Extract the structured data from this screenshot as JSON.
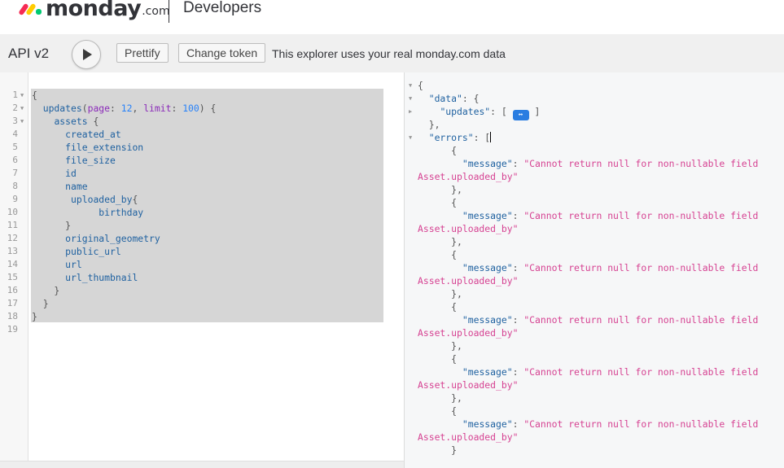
{
  "header": {
    "brand": "monday",
    "brand_suffix": ".com",
    "section_title": "Developers"
  },
  "toolbar": {
    "api_title": "API v2",
    "prettify_label": "Prettify",
    "change_token_label": "Change token",
    "note": "This explorer uses your real monday.com data"
  },
  "editor": {
    "line_numbers": [
      "1",
      "2",
      "3",
      "4",
      "5",
      "6",
      "7",
      "8",
      "9",
      "10",
      "11",
      "12",
      "13",
      "14",
      "15",
      "16",
      "17",
      "18",
      "19"
    ],
    "query": {
      "open_brace": "{",
      "root_field": "updates",
      "arg1_name": "page",
      "arg1_value": "12",
      "arg2_name": "limit",
      "arg2_value": "100",
      "assets": "assets",
      "created_at": "created_at",
      "file_extension": "file_extension",
      "file_size": "file_size",
      "id": "id",
      "name": "name",
      "uploaded_by": "uploaded_by",
      "birthday": "birthday",
      "original_geometry": "original_geometry",
      "public_url": "public_url",
      "url": "url",
      "url_thumbnail": "url_thumbnail",
      "close_brace": "}"
    }
  },
  "result": {
    "open_brace": "{",
    "data_key": "\"data\"",
    "updates_key": "\"updates\"",
    "expand_glyph": "↔",
    "errors_key": "\"errors\"",
    "message_key": "\"message\"",
    "message_text": "\"Cannot return null for non-nullable field",
    "message_text_cont": "Asset.uploaded_by\""
  },
  "colors": {
    "selection": "#d6d6d6",
    "field": "#1f61a0",
    "argument": "#8b2bb9",
    "number": "#2882f9",
    "string": "#d64292",
    "expand_button": "#2a7de1"
  }
}
